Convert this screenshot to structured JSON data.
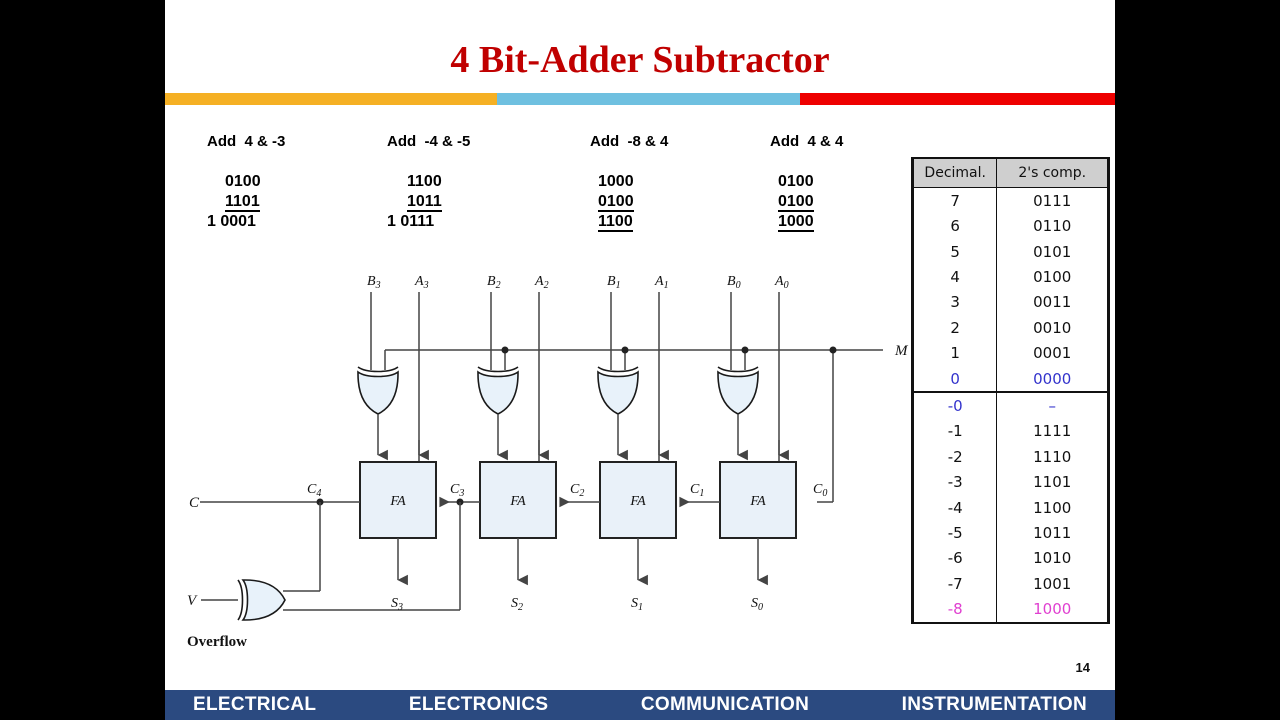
{
  "slide": {
    "title": "4 Bit-Adder Subtractor",
    "page_number": "14",
    "rule_colors": {
      "amber": "#f5b024",
      "sky": "#6fc0e0",
      "red": "#ee0000"
    }
  },
  "examples": [
    {
      "heading": "Add  4 & -3",
      "operand1": "0100",
      "operand2": "1101",
      "result": "1 0001"
    },
    {
      "heading": "Add  -4 & -5",
      "operand1": "1100",
      "operand2": "1011",
      "result": "1 0111"
    },
    {
      "heading": "Add  -8 & 4",
      "operand1": "1000",
      "operand2": "0100",
      "result": "1100"
    },
    {
      "heading": "Add  4 & 4",
      "operand1": "0100",
      "operand2": "0100",
      "result": "1000"
    }
  ],
  "twos_table": {
    "headers": [
      "Decimal.",
      "2's comp."
    ],
    "rows": [
      {
        "decimal": "7",
        "comp": "0111",
        "color": "black"
      },
      {
        "decimal": "6",
        "comp": "0110",
        "color": "black"
      },
      {
        "decimal": "5",
        "comp": "0101",
        "color": "black"
      },
      {
        "decimal": "4",
        "comp": "0100",
        "color": "black"
      },
      {
        "decimal": "3",
        "comp": "0011",
        "color": "black"
      },
      {
        "decimal": "2",
        "comp": "0010",
        "color": "black"
      },
      {
        "decimal": "1",
        "comp": "0001",
        "color": "black"
      },
      {
        "decimal": "0",
        "comp": "0000",
        "color": "blue"
      },
      {
        "decimal": "-0",
        "comp": "–",
        "color": "blue"
      },
      {
        "decimal": "-1",
        "comp": "1111",
        "color": "black"
      },
      {
        "decimal": "-2",
        "comp": "1110",
        "color": "black"
      },
      {
        "decimal": "-3",
        "comp": "1101",
        "color": "black"
      },
      {
        "decimal": "-4",
        "comp": "1100",
        "color": "black"
      },
      {
        "decimal": "-5",
        "comp": "1011",
        "color": "black"
      },
      {
        "decimal": "-6",
        "comp": "1010",
        "color": "black"
      },
      {
        "decimal": "-7",
        "comp": "1001",
        "color": "black"
      },
      {
        "decimal": "-8",
        "comp": "1000",
        "color": "pink"
      }
    ]
  },
  "circuit": {
    "inputs": [
      "B3",
      "A3",
      "B2",
      "A2",
      "B1",
      "A1",
      "B0",
      "A0"
    ],
    "mode_label": "M",
    "carry_in_label": "C",
    "overflow_input_label": "V",
    "overflow_label": "Overflow",
    "carries": [
      "C4",
      "C3",
      "C2",
      "C1",
      "C0"
    ],
    "adders": [
      "FA",
      "FA",
      "FA",
      "FA"
    ],
    "sums": [
      "S3",
      "S2",
      "S1",
      "S0"
    ],
    "gate_fill": "#e8f2fa",
    "block_fill": "#e9f1f9",
    "wire_color": "#444444"
  },
  "footer": {
    "items": [
      "ELECTRICAL",
      "ELECTRONICS",
      "COMMUNICATION",
      "INSTRUMENTATION"
    ]
  }
}
